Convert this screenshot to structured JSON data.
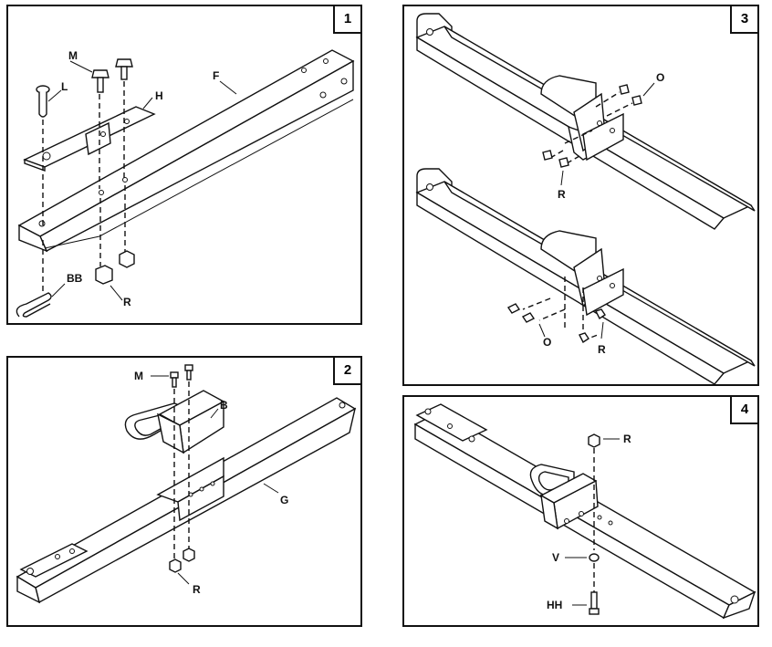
{
  "panels": [
    {
      "number": "1",
      "labels": {
        "L": "L",
        "M": "M",
        "H": "H",
        "F": "F",
        "BB": "BB",
        "R": "R"
      }
    },
    {
      "number": "2",
      "labels": {
        "M": "M",
        "B": "B",
        "G": "G",
        "R": "R"
      }
    },
    {
      "number": "3",
      "labels": {
        "O_top": "O",
        "R_top": "R",
        "O_bottom": "O",
        "R_bottom": "R"
      }
    },
    {
      "number": "4",
      "labels": {
        "R": "R",
        "V": "V",
        "HH": "HH"
      }
    }
  ]
}
